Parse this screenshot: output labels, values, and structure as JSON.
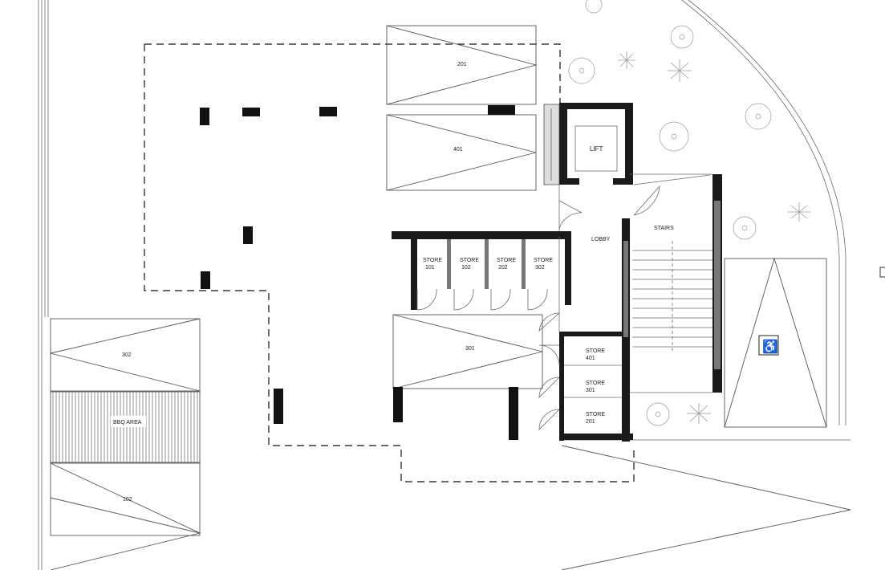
{
  "plan": {
    "parking_bays": [
      "201",
      "401",
      "301",
      "302",
      "102"
    ],
    "bbq_area_label": "BBQ AREA",
    "lift_label": "LIFT",
    "lobby_label": "LOBBY",
    "stairs_label": "STAIRS",
    "stores_top": [
      {
        "line1": "STORE",
        "line2": "101"
      },
      {
        "line1": "STORE",
        "line2": "102"
      },
      {
        "line1": "STORE",
        "line2": "202"
      },
      {
        "line1": "STORE",
        "line2": "302"
      }
    ],
    "stores_right": [
      {
        "line1": "STORE",
        "line2": "401"
      },
      {
        "line1": "STORE",
        "line2": "301"
      },
      {
        "line1": "STORE",
        "line2": "201"
      }
    ],
    "accessible_symbol": "♿",
    "colors": {
      "wall": "#1a1a1a",
      "line": "#555555",
      "background": "#ffffff"
    }
  }
}
